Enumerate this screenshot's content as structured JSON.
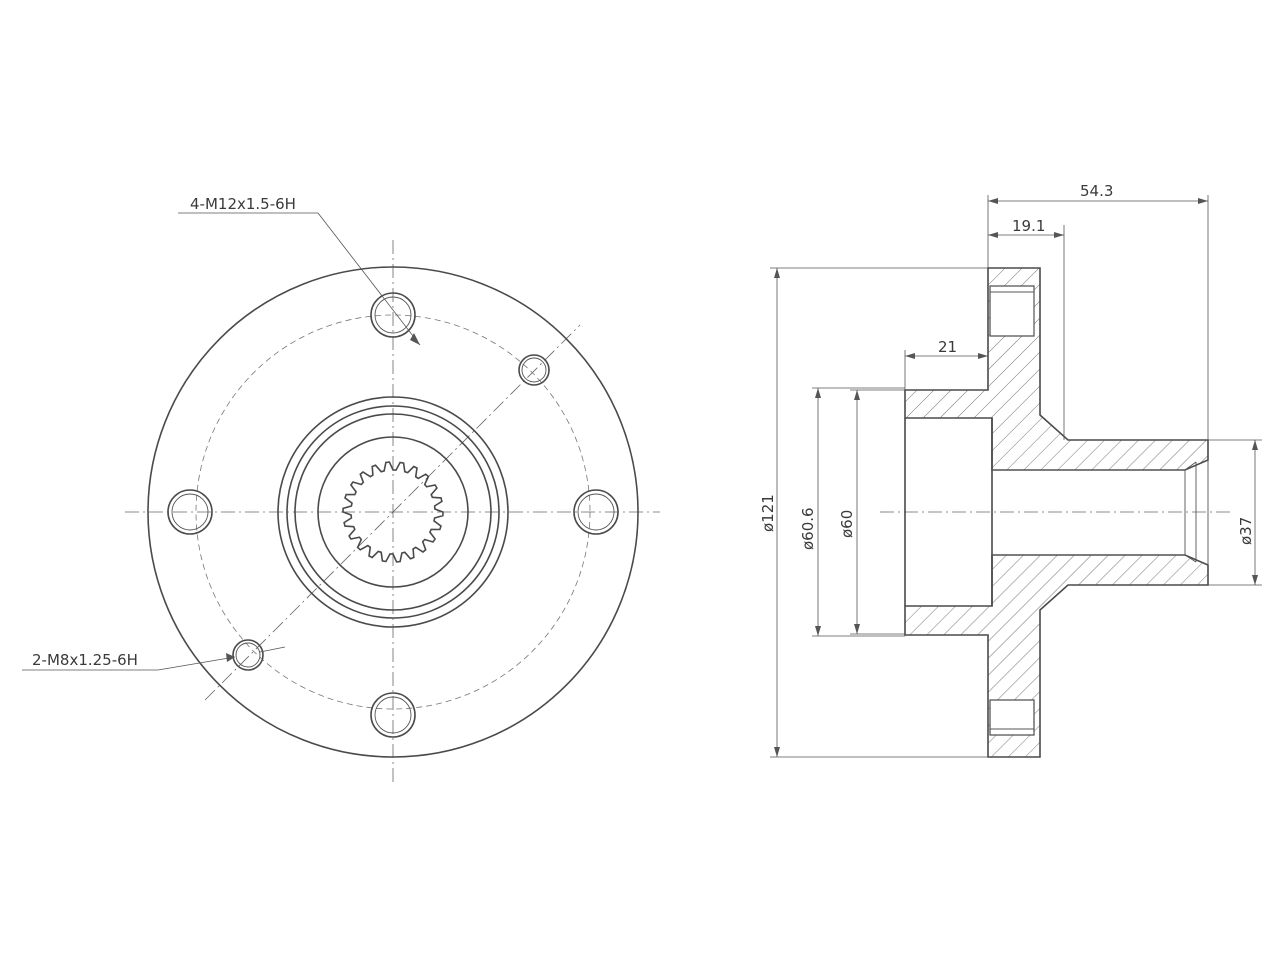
{
  "front_view": {
    "callout_large_holes": "4-M12x1.5-6H",
    "callout_small_holes": "2-M8x1.25-6H"
  },
  "section_view": {
    "dim_total_length": "54.3",
    "dim_flange_width": "19.1",
    "dim_bore_depth": "21",
    "dim_flange_diameter": "ø121",
    "dim_bore_outer": "ø60.6",
    "dim_bore_inner": "ø60",
    "dim_shaft_diameter": "ø37"
  }
}
